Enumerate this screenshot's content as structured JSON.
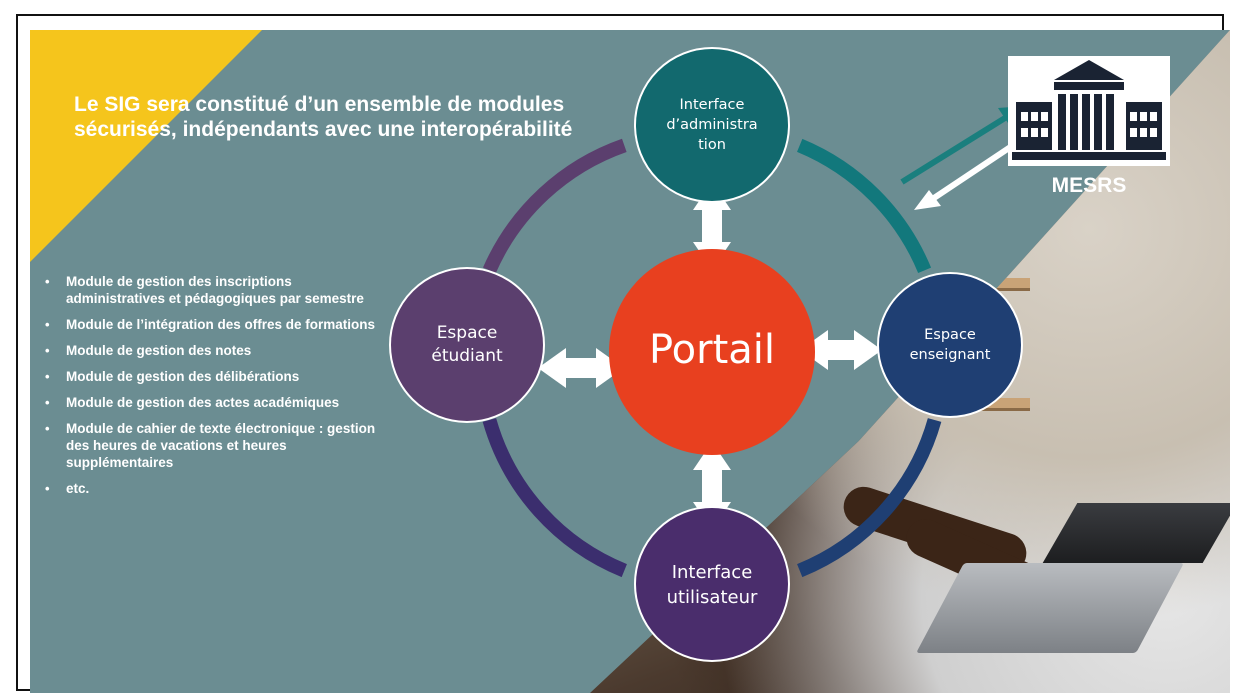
{
  "title": "Le SIG   sera constitué d’un ensemble de modules sécurisés, indépendants avec une interopérabilité",
  "bullets": [
    "Module de gestion des inscriptions administratives et pédagogiques par semestre",
    "Module de l’intégration des offres de formations",
    "Module de gestion des notes",
    " Module de gestion des délibérations",
    "Module de gestion des actes académiques",
    "Module  de cahier de texte électronique : gestion des heures de vacations et heures supplémentaires",
    "etc."
  ],
  "nodes": {
    "center": "Portail",
    "top": "Interface\nd’administra\ntion",
    "left": "Espace\nétudiant",
    "right": "Espace\nenseignant",
    "bottom": "Interface\nutilisateur"
  },
  "external": {
    "label": "MESRS",
    "icon": "university-building-icon"
  },
  "colors": {
    "background": "#6b8d92",
    "corner": "#f5c51c",
    "center": "#e8401f",
    "top": "#12696e",
    "left": "#5b3f6e",
    "right": "#1f3f73",
    "bottom": "#4a2d6c",
    "ring_top_right": "#12787c",
    "ring_right_bottom": "#1f3f73",
    "ring_bottom_left": "#3b2e6e",
    "ring_left_top": "#5b3f6e"
  }
}
